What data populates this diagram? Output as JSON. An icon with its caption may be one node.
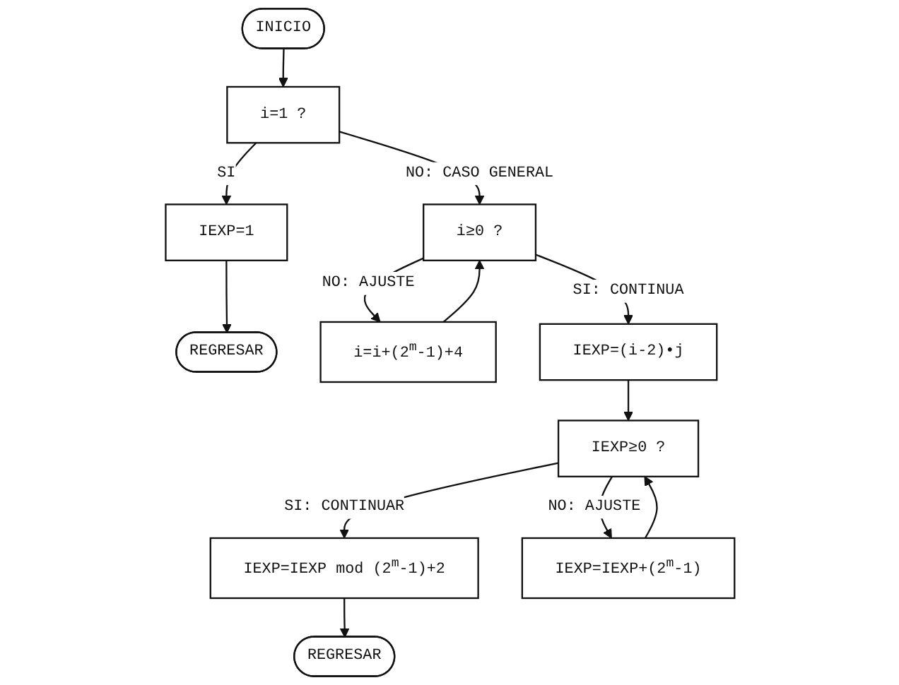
{
  "diagram": {
    "nodes": [
      {
        "text": [
          "INICIO"
        ]
      },
      {
        "text": [
          "i=1 ?"
        ]
      },
      {
        "text": [
          "IEXP=1"
        ]
      },
      {
        "text": [
          "REGRESAR"
        ]
      },
      {
        "text": [
          "i≥0 ?"
        ]
      },
      {
        "text": [
          "i=i+(2$^{m}$-1)+4"
        ]
      },
      {
        "text": [
          "IEXP=(i-2)•j"
        ]
      },
      {
        "text": [
          "IEXP≥0 ?"
        ]
      },
      {
        "text": [
          "IEXP=IEXP mod (2$^{m}$-1)+2"
        ]
      },
      {
        "text": [
          "IEXP=IEXP+(2$^{m}$-1)"
        ]
      },
      {
        "text": [
          "REGRESAR"
        ]
      }
    ],
    "edges": [
      {
        "from": 0,
        "to": 1,
        "arrow": "to"
      },
      {
        "from": 1,
        "to": 2,
        "arrow": "to",
        "label": "SI"
      },
      {
        "from": 2,
        "to": 3,
        "arrow": "to"
      },
      {
        "from": 1,
        "to": 4,
        "arrow": "to",
        "label": "NO: CASO GENERAL"
      },
      {
        "from": 4,
        "to": 6,
        "arrow": "to",
        "label": "SI: CONTINUA"
      },
      {
        "from": 4,
        "to": 5,
        "arrow": "to",
        "label": "NO: AJUSTE"
      },
      {
        "from": 5,
        "to": 4,
        "arrow": "to"
      },
      {
        "from": 6,
        "to": 7,
        "arrow": "to"
      },
      {
        "from": 7,
        "to": 8,
        "arrow": "to",
        "label": "SI: CONTINUAR"
      },
      {
        "from": 7,
        "to": 9,
        "arrow": "to",
        "label": "NO: AJUSTE"
      },
      {
        "from": 9,
        "to": 7,
        "arrow": "to"
      },
      {
        "from": 8,
        "to": 10,
        "arrow": "to"
      }
    ]
  }
}
